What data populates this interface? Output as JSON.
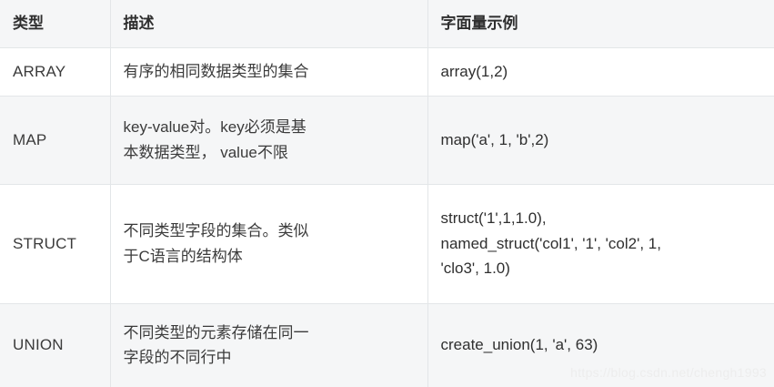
{
  "table": {
    "headers": [
      {
        "id": "type",
        "label": "类型"
      },
      {
        "id": "description",
        "label": "描述"
      },
      {
        "id": "literal",
        "label": "字面量示例"
      }
    ],
    "rows": [
      {
        "type": "ARRAY",
        "description_lines": [
          "有序的相同数据类型的集合"
        ],
        "literal_lines": [
          "array(1,2)"
        ]
      },
      {
        "type": "MAP",
        "description_lines": [
          "key-value对。key必须是基",
          "本数据类型， value不限"
        ],
        "literal_lines": [
          "map('a', 1, 'b',2)"
        ]
      },
      {
        "type": "STRUCT",
        "description_lines": [
          "不同类型字段的集合。类似",
          "于C语言的结构体"
        ],
        "literal_lines": [
          "struct('1',1,1.0),",
          "named_struct('col1', '1', 'col2', 1,",
          "'clo3', 1.0)"
        ]
      },
      {
        "type": "UNION",
        "description_lines": [
          "不同类型的元素存储在同一",
          "字段的不同行中"
        ],
        "literal_lines": [
          "create_union(1, 'a', 63)"
        ]
      }
    ]
  },
  "watermark": {
    "text": "https://blog.csdn.net/chengh1993"
  },
  "colors": {
    "header_background": "#f5f6f7",
    "row_alt_background": "#f5f6f7",
    "row_background": "#ffffff",
    "border": "#e3e6e8",
    "text": "#3b3b3b",
    "header_text": "#2f2f2f",
    "watermark_text": "#ededed"
  }
}
